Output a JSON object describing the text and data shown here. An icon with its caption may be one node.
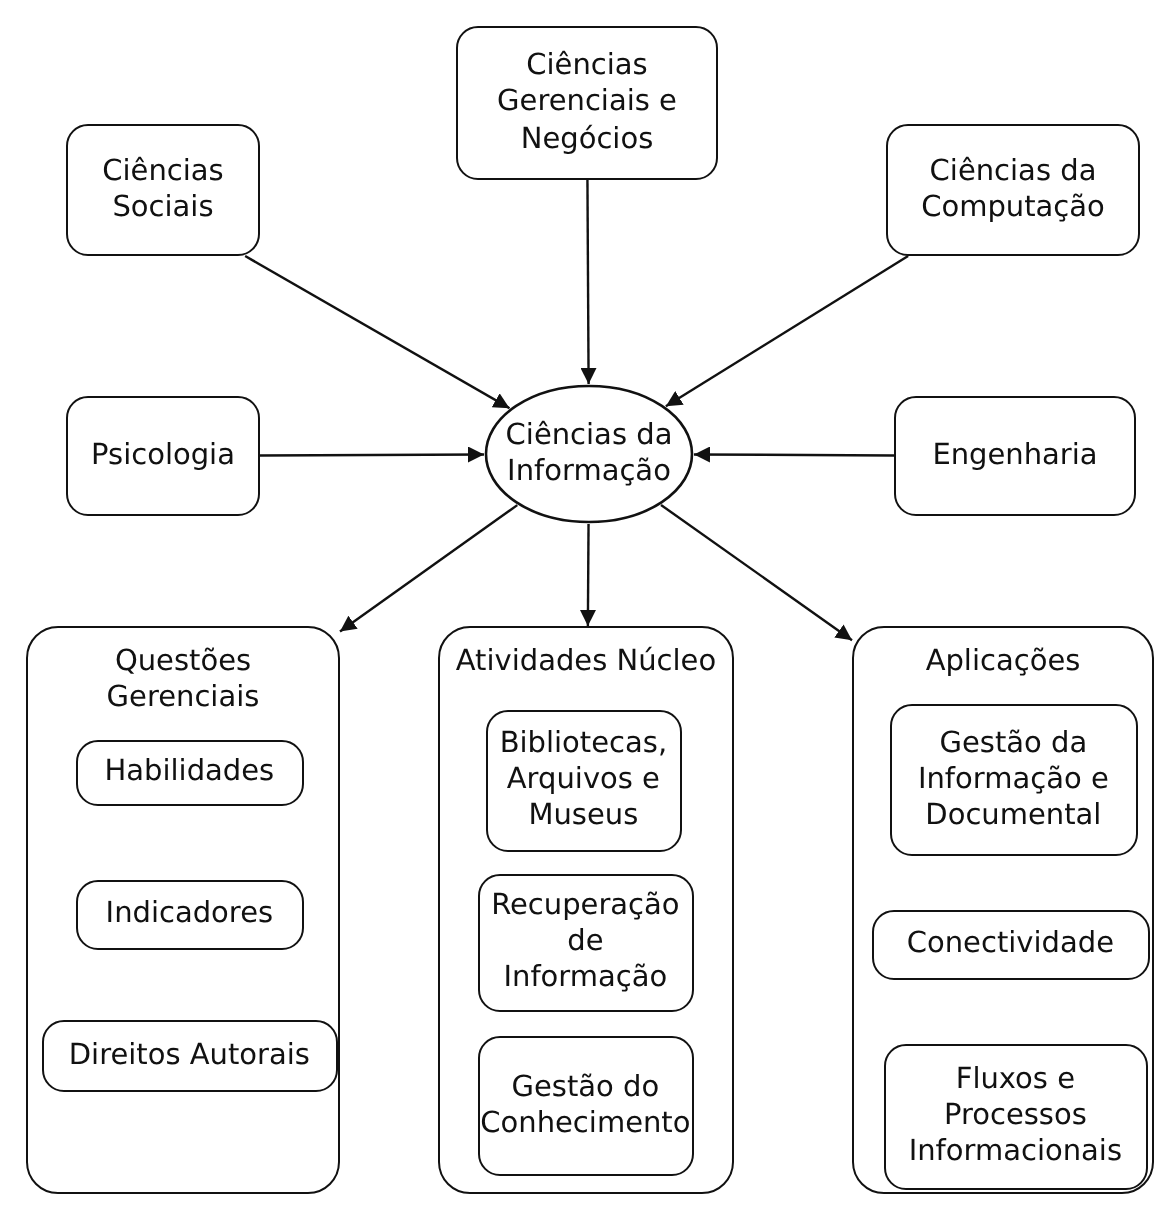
{
  "diagram": {
    "nodes": [
      {
        "text": [
          "Ciências Sociais"
        ]
      },
      {
        "text": [
          "Ciências Gerenciais e Negócios"
        ]
      },
      {
        "text": [
          "Ciências da Computação"
        ]
      },
      {
        "text": [
          "Psicologia"
        ]
      },
      {
        "text": [
          "Ciências da Informação"
        ]
      },
      {
        "text": [
          "Engenharia"
        ]
      },
      {
        "text": [
          "Questões Gerenciais"
        ]
      },
      {
        "text": [
          "Habilidades"
        ],
        "in": 6
      },
      {
        "text": [
          "Indicadores"
        ],
        "in": 6
      },
      {
        "text": [
          "Direitos Autorais"
        ],
        "in": 6
      },
      {
        "text": [
          "Atividades Núcleo"
        ]
      },
      {
        "text": [
          "Bibliotecas, Arquivos e Museus"
        ],
        "in": 10
      },
      {
        "text": [
          "Recuperação de Informação"
        ],
        "in": 10
      },
      {
        "text": [
          "Gestão do Conhecimento"
        ],
        "in": 10
      },
      {
        "text": [
          "Aplicações"
        ]
      },
      {
        "text": [
          "Gestão da Informação e Documental"
        ],
        "in": 14
      },
      {
        "text": [
          "Conectividade"
        ],
        "in": 14
      },
      {
        "text": [
          "Fluxos e Processos Informacionais"
        ],
        "in": 14
      }
    ],
    "edges": [
      {
        "from": 0,
        "to": 4,
        "arrow": "to"
      },
      {
        "from": 1,
        "to": 4,
        "arrow": "to"
      },
      {
        "from": 2,
        "to": 4,
        "arrow": "to"
      },
      {
        "from": 3,
        "to": 4,
        "arrow": "to"
      },
      {
        "from": 5,
        "to": 4,
        "arrow": "to"
      },
      {
        "from": 4,
        "to": 6,
        "arrow": "to"
      },
      {
        "from": 4,
        "to": 10,
        "arrow": "to"
      },
      {
        "from": 4,
        "to": 14,
        "arrow": "to"
      }
    ]
  }
}
